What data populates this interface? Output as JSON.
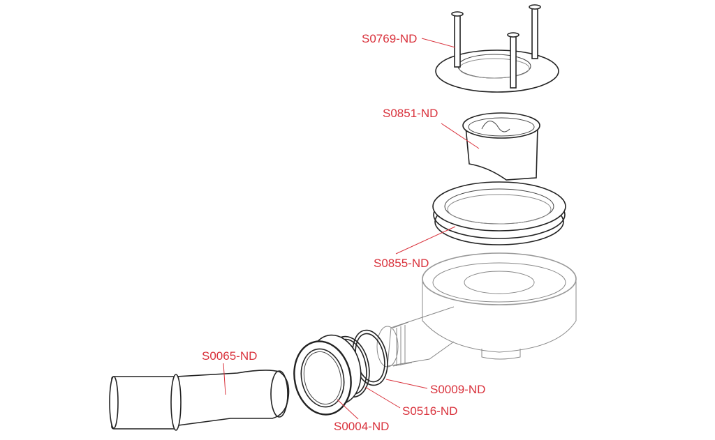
{
  "diagram": {
    "labels": {
      "screws": "S0769-ND",
      "strainer": "S0851-ND",
      "ring": "S0855-ND",
      "pipe": "S0065-ND",
      "seal_outer": "S0009-ND",
      "seal_inner": "S0516-ND",
      "nut": "S0004-ND"
    },
    "label_color": "#d9323c"
  }
}
